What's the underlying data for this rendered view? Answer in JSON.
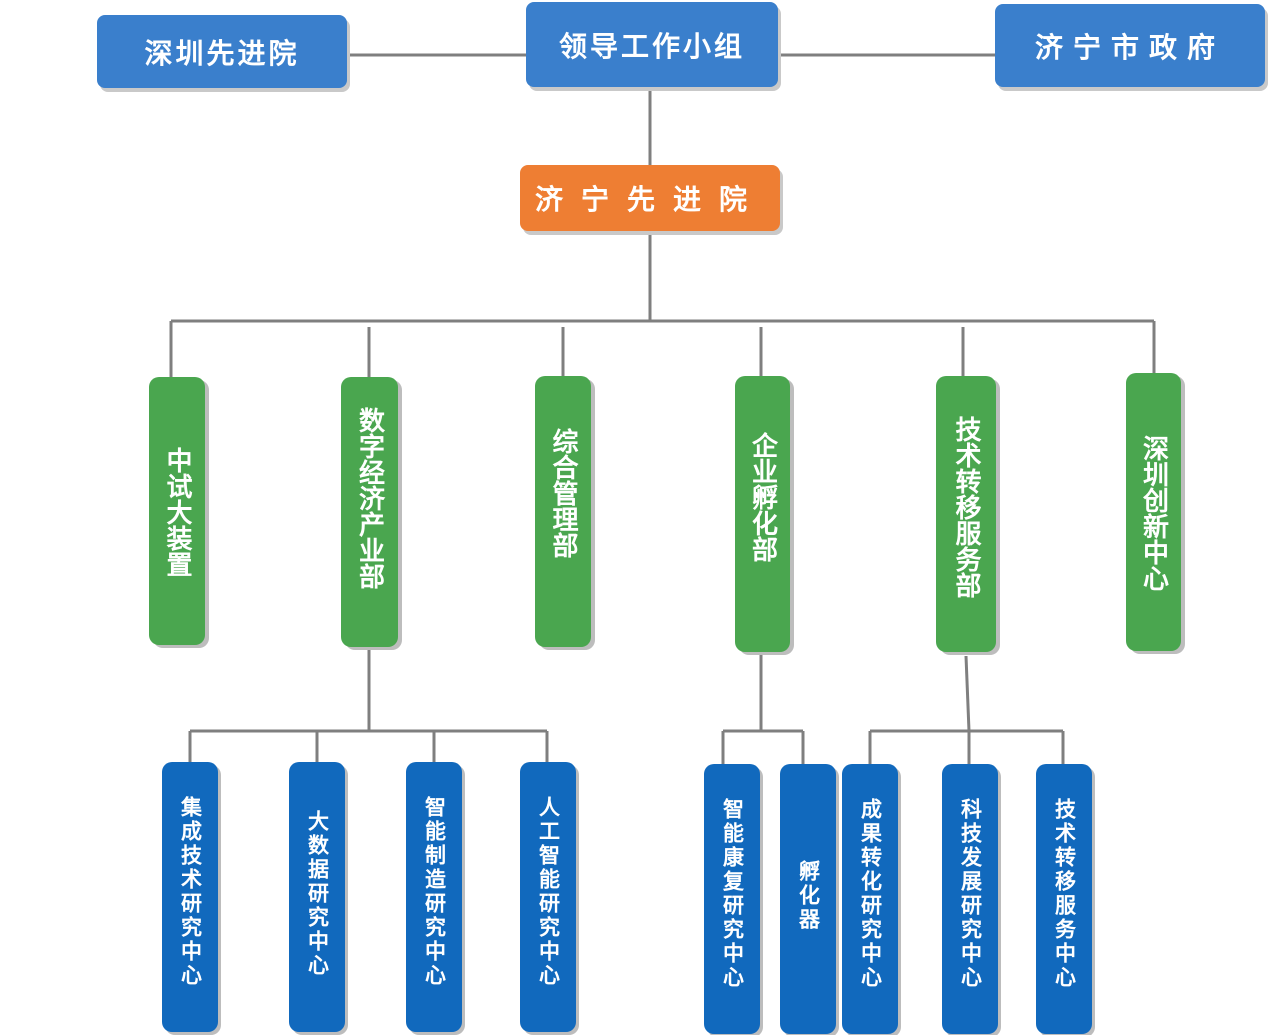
{
  "top": {
    "left": "深圳先进院",
    "center": "领导工作小组",
    "right": "济宁市政府"
  },
  "main": "济宁先进院",
  "departments": [
    {
      "label": "中试大装置"
    },
    {
      "label": "数字经济产业部",
      "centers": [
        "集成技术研究中心",
        "大数据研究中心",
        "智能制造研究中心",
        "人工智能研究中心"
      ]
    },
    {
      "label": "综合管理部"
    },
    {
      "label": "企业孵化部",
      "centers": [
        "智能康复研究中心",
        "孵化器"
      ]
    },
    {
      "label": "技术转移服务部",
      "centers": [
        "成果转化研究中心",
        "科技发展研究中心",
        "技术转移服务中心"
      ]
    },
    {
      "label": "深圳创新中心"
    }
  ],
  "colors": {
    "top_box": "#3a7fcc",
    "main_box": "#ee7e33",
    "department_box": "#4aa64f",
    "center_box": "#1169bd",
    "connector": "#7f7f7f"
  }
}
